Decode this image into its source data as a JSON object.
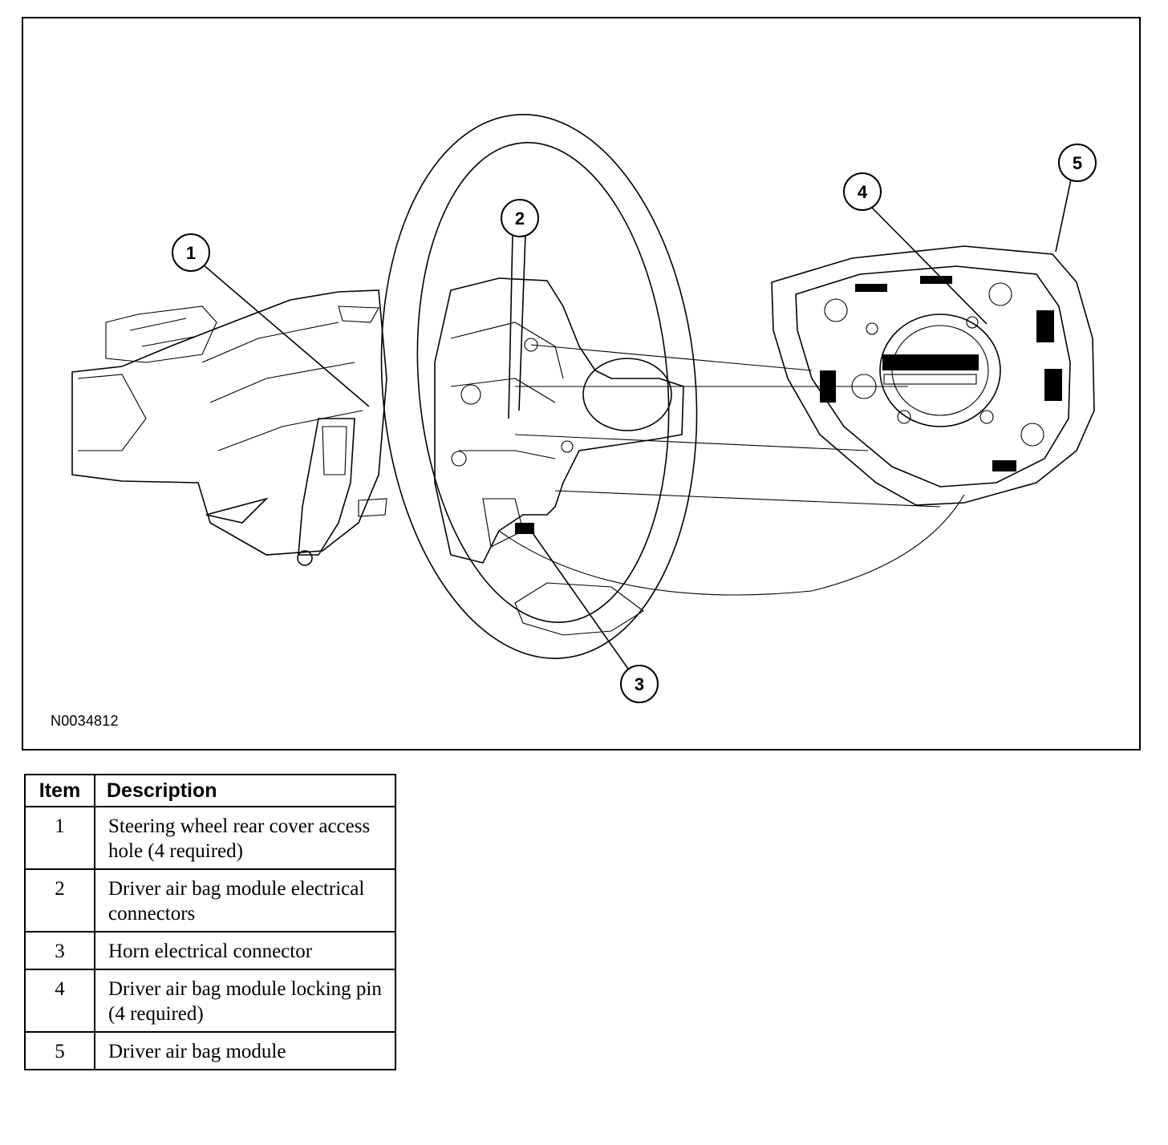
{
  "figure": {
    "id_label": "N0034812",
    "callouts": [
      "1",
      "2",
      "3",
      "4",
      "5"
    ]
  },
  "legend": {
    "headers": {
      "item": "Item",
      "description": "Description"
    },
    "rows": [
      {
        "item": "1",
        "description": "Steering wheel rear cover access hole (4 required)"
      },
      {
        "item": "2",
        "description": "Driver air bag module electrical connectors"
      },
      {
        "item": "3",
        "description": "Horn electrical connector"
      },
      {
        "item": "4",
        "description": "Driver air bag module locking pin (4 required)"
      },
      {
        "item": "5",
        "description": "Driver air bag module"
      }
    ]
  }
}
